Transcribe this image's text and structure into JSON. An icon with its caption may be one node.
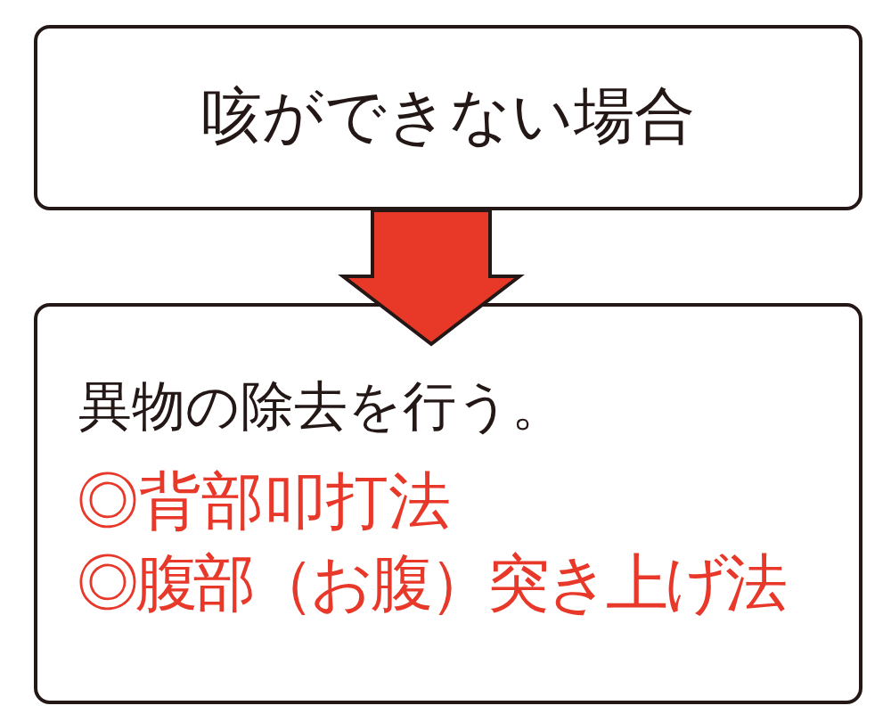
{
  "diagram": {
    "nodes": [
      {
        "text": [
          "咳ができない場合"
        ]
      },
      {
        "text": [
          "異物の除去を行う。",
          "◎背部叩打法",
          "◎腹部（お腹）突き上げ法"
        ]
      }
    ],
    "edges": [
      {
        "from": 0,
        "to": 1,
        "arrow": "to"
      }
    ]
  }
}
